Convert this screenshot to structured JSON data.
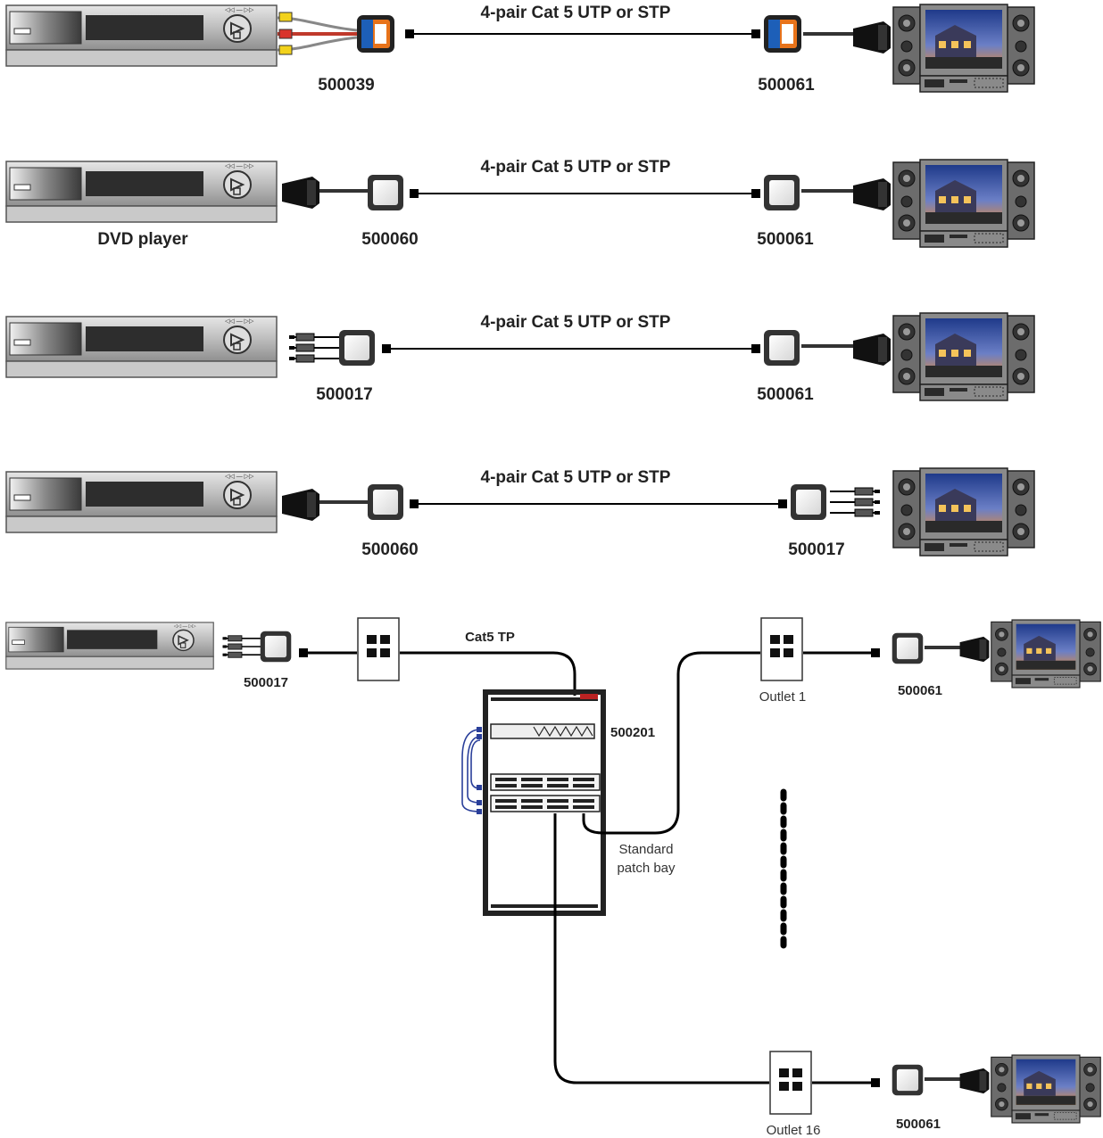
{
  "rows": [
    {
      "cable_label": "4-pair Cat 5 UTP or STP",
      "left_part": "500039",
      "right_part": "500061",
      "source_label": ""
    },
    {
      "cable_label": "4-pair Cat 5 UTP or STP",
      "left_part": "500060",
      "right_part": "500061",
      "source_label": "DVD player"
    },
    {
      "cable_label": "4-pair Cat 5 UTP or STP",
      "left_part": "500017",
      "right_part": "500061",
      "source_label": ""
    },
    {
      "cable_label": "4-pair Cat 5 UTP or STP",
      "left_part": "500060",
      "right_part": "500017",
      "source_label": ""
    }
  ],
  "network": {
    "source_part": "500017",
    "cable_label": "Cat5 TP",
    "switch_part": "500201",
    "patch_bay_label_1": "Standard",
    "patch_bay_label_2": "patch bay",
    "outlet1_label": "Outlet 1",
    "outlet1_part": "500061",
    "outlet16_label": "Outlet 16",
    "outlet16_part": "500061"
  },
  "colors": {
    "cable": "#000000",
    "adapter_orange": "#e8731a",
    "adapter_blue": "#1d5fb8",
    "patch_blue": "#2a3f9a"
  }
}
